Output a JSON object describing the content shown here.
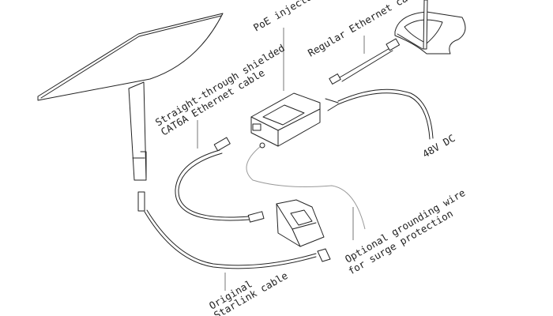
{
  "labels": {
    "poe_injector": "PoE injector",
    "regular_ethernet": "Regular Ethernet cable",
    "cat6a_line1": "Straight-through shielded",
    "cat6a_line2": "CAT6A Ethernet cable",
    "dc": "48V DC",
    "grounding_line1": "Optional grounding wire",
    "grounding_line2": "for surge protection",
    "starlink_line1": "Original",
    "starlink_line2": "Starlink cable"
  }
}
